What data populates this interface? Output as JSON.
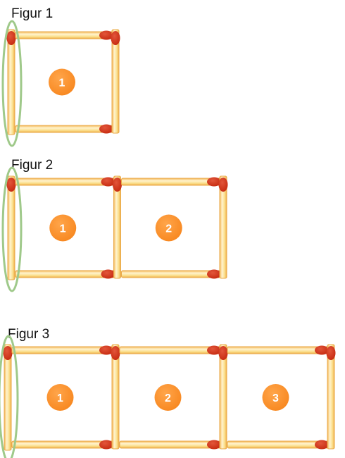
{
  "figures": [
    {
      "label": "Figur 1",
      "squares": [
        "1"
      ]
    },
    {
      "label": "Figur 2",
      "squares": [
        "1",
        "2"
      ]
    },
    {
      "label": "Figur 3",
      "squares": [
        "1",
        "2",
        "3"
      ]
    }
  ],
  "colors": {
    "match_body": "#fbe08e",
    "match_edge": "#e9a94a",
    "match_head": "#c62a10",
    "number_circle": "#f7851c",
    "highlight_ellipse": "#9fc98a"
  },
  "icons": {
    "matchstick": "matchstick-icon",
    "number_badge": "circle-number-icon",
    "highlight": "ellipse-outline"
  }
}
